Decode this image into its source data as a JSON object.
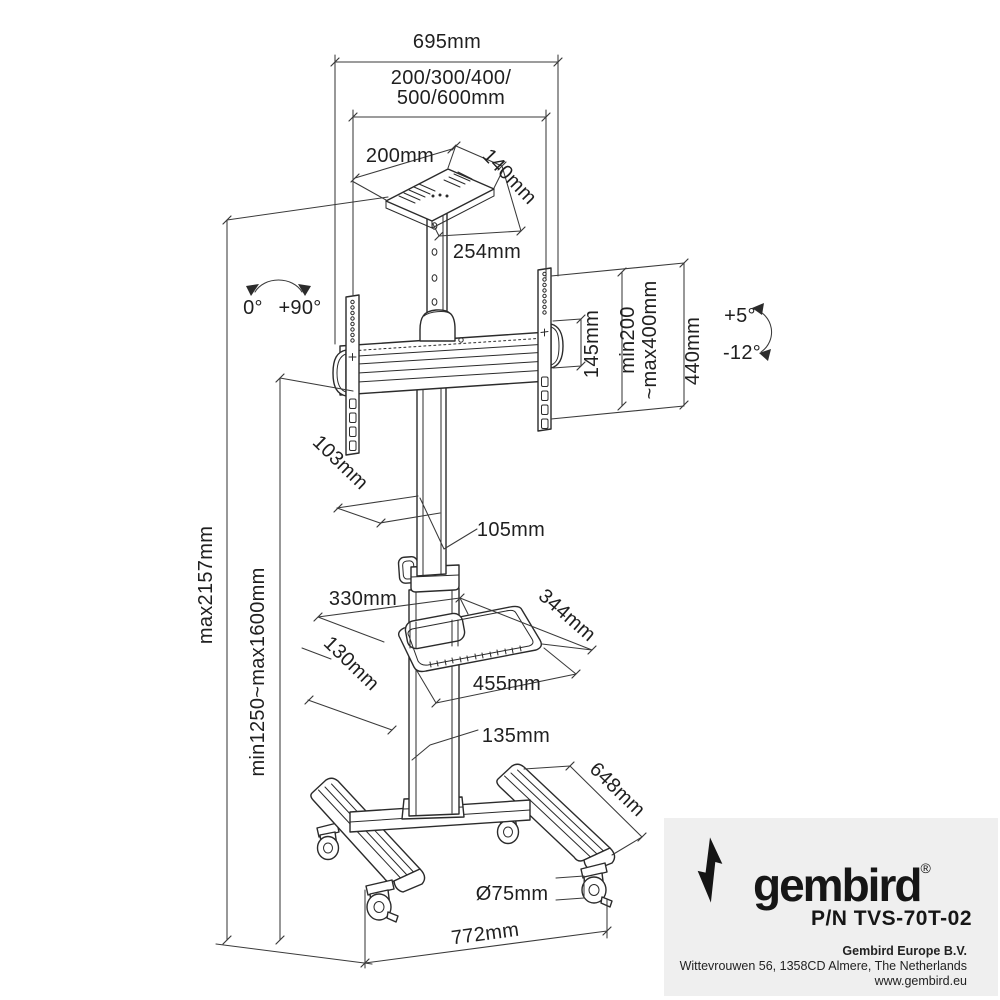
{
  "diagram": {
    "title_hint": "TV trolley dimensional drawing",
    "colors": {
      "ink": "#2b2b2b",
      "label_text": "#1f1f1f",
      "panel_bg": "#efefef"
    },
    "dimensions": {
      "top_width": "695mm",
      "vesa_width_range_line1": "200/300/400/",
      "vesa_width_range_line2": "500/600mm",
      "tray_width": "200mm",
      "tray_depth": "140mm",
      "tray_drop": "254mm",
      "swivel_min": "0°",
      "swivel_max": "+90°",
      "tilt_up": "+5°",
      "tilt_down": "-12°",
      "bracket_offset": "145mm",
      "vesa_height_range_line1": "min200",
      "vesa_height_range_line2": "~max400mm",
      "bracket_height": "440mm",
      "column_depth": "103mm",
      "column_width": "105mm",
      "total_height_max": "max2157mm",
      "column_height_range": "min1250~max1600mm",
      "shelf_back_width": "330mm",
      "shelf_depth": "344mm",
      "shelf_front_width": "455mm",
      "shelf_side": "130mm",
      "lower_column_width": "135mm",
      "base_depth": "648mm",
      "caster_diameter": "Ø75mm",
      "base_width": "772mm"
    }
  },
  "branding": {
    "logo_text": "gembird",
    "registered_mark": "®",
    "part_number": "P/N TVS-70T-02",
    "company": "Gembird Europe B.V.",
    "address": "Wittevrouwen 56, 1358CD Almere, The Netherlands",
    "website": "www.gembird.eu"
  }
}
